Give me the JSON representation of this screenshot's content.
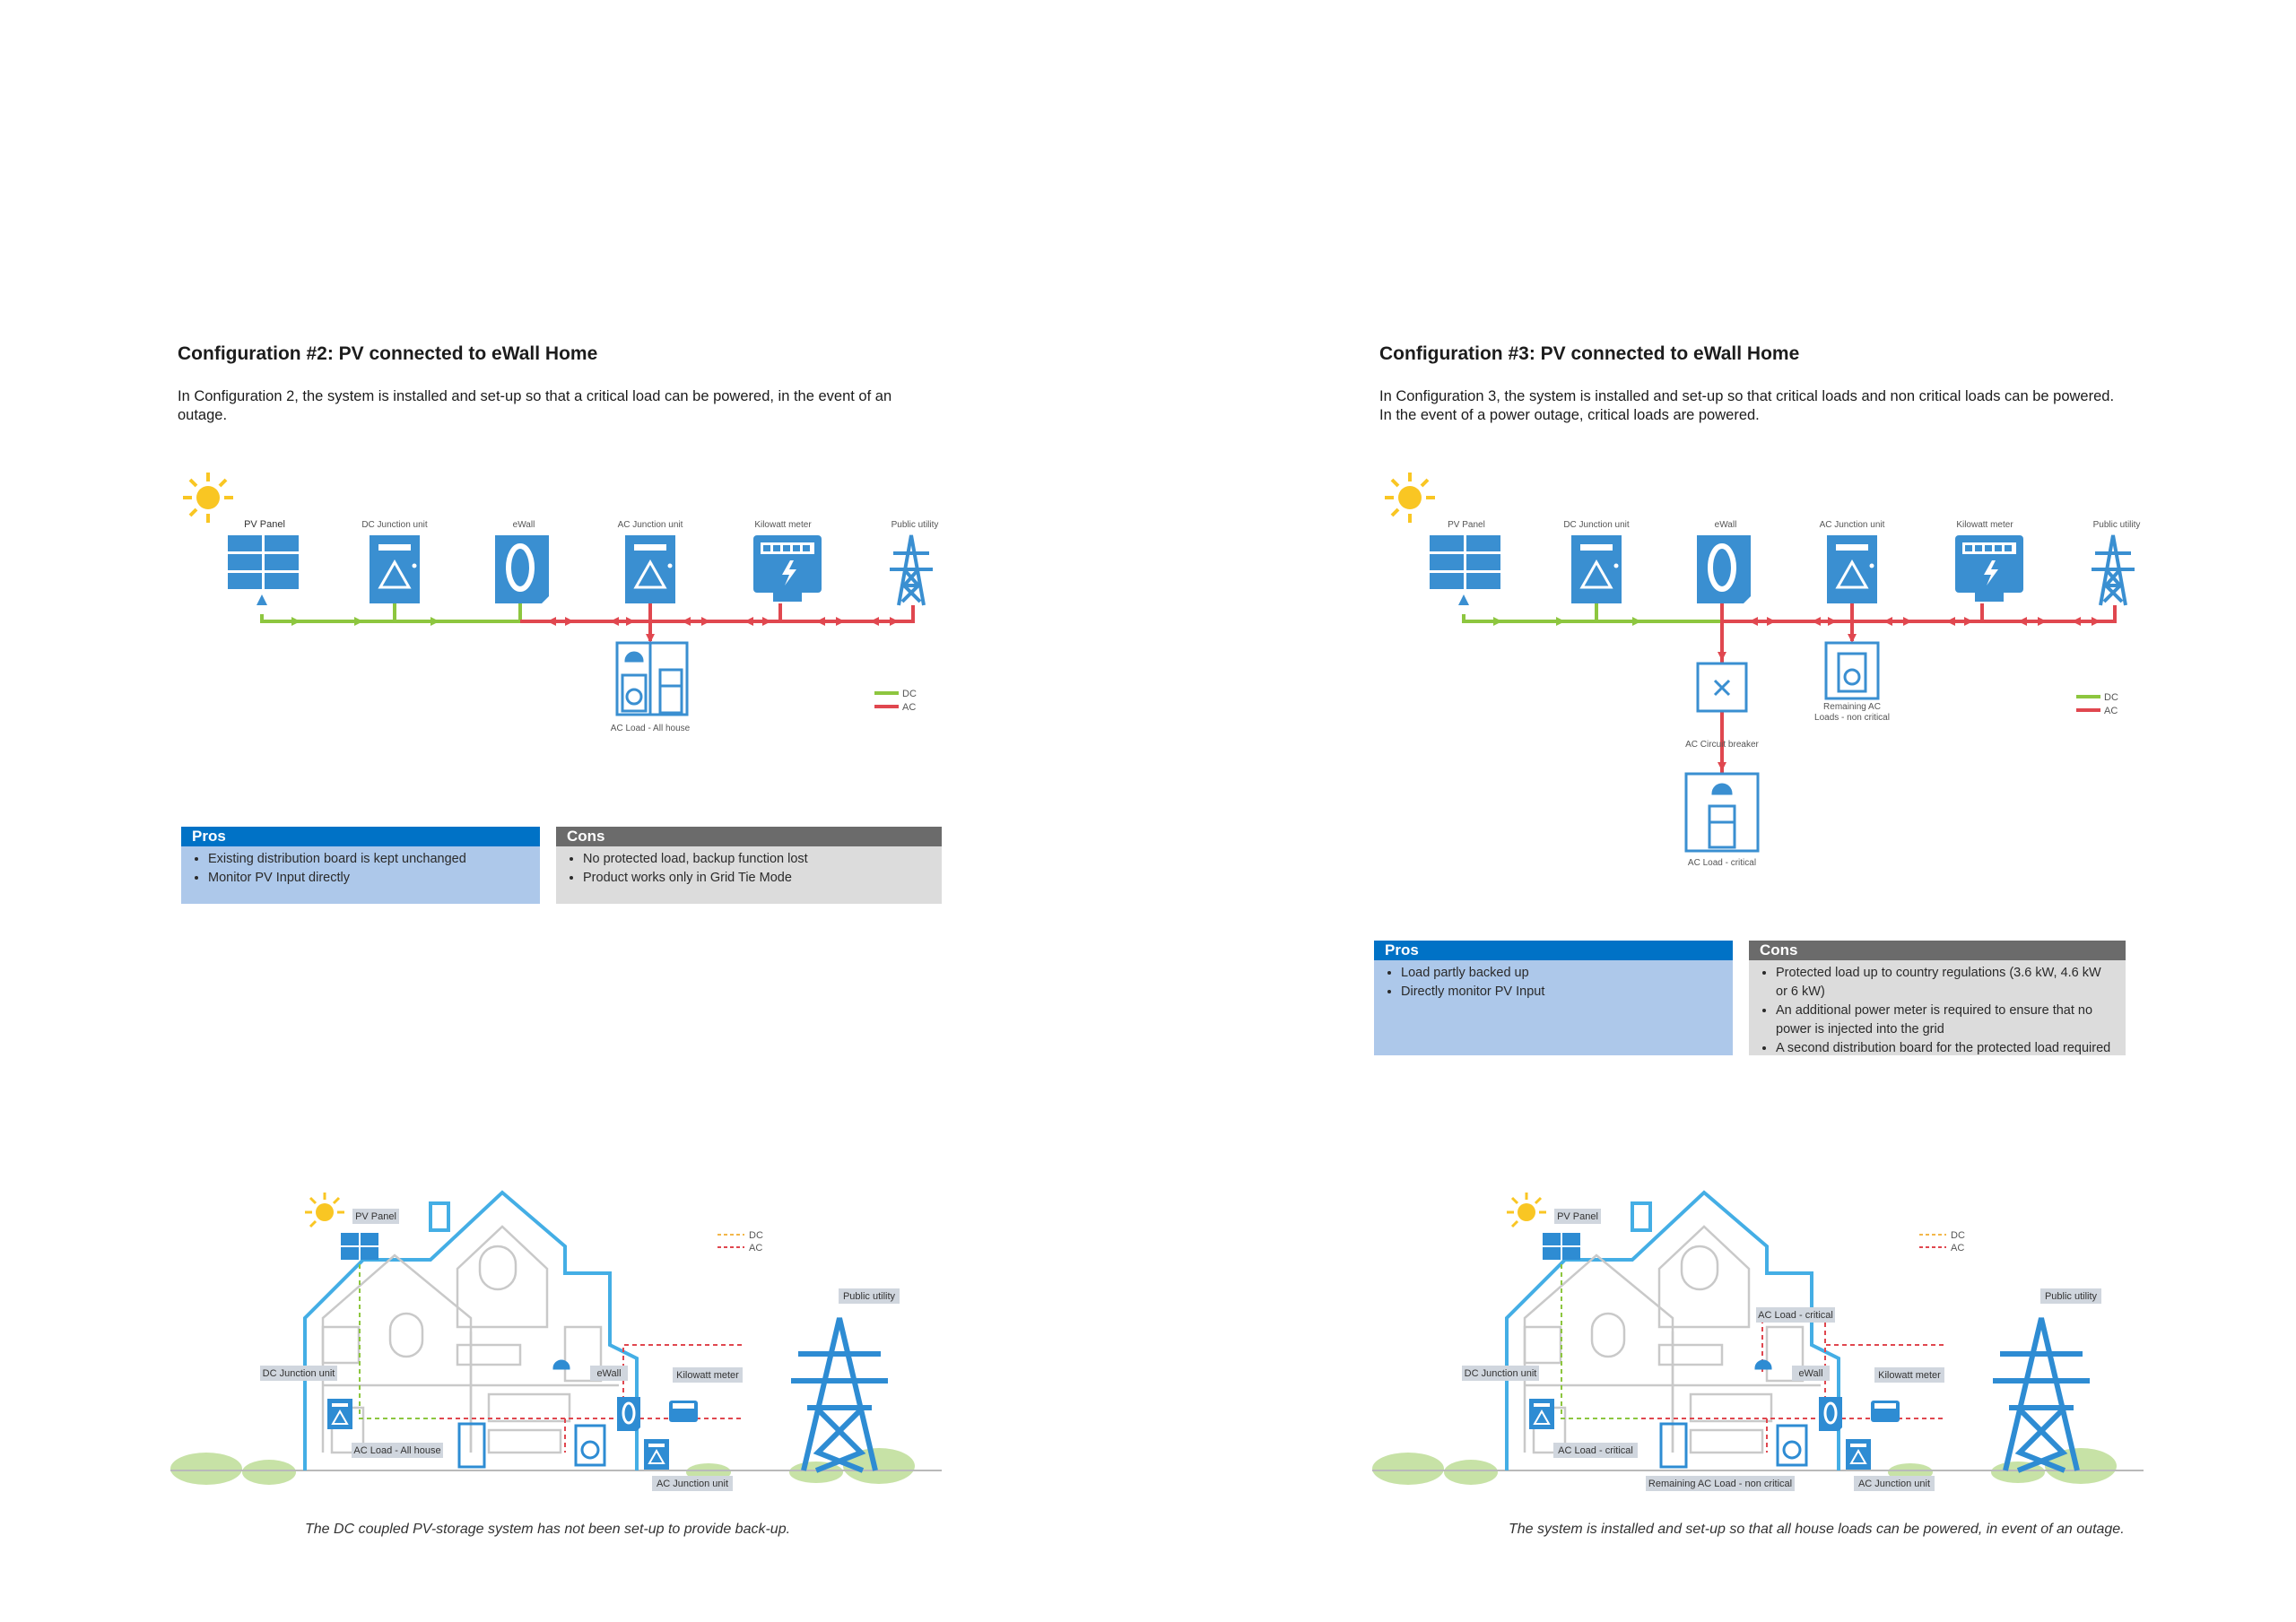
{
  "colors": {
    "blue": "#3a8fd1",
    "dc": "#8dc63f",
    "ac": "#e0474f",
    "pros": "#0072c6",
    "pros_bg": "#adc8ea",
    "cons": "#6b6b6b",
    "cons_bg": "#dcdcdc"
  },
  "config2": {
    "title": "Configuration #2: PV connected to eWall Home",
    "description": "In Configuration 2, the system is installed and set-up so that a critical load can be powered, in the event of an outage.",
    "labels": {
      "pv_panel": "PV Panel",
      "dc_junction": "DC Junction unit",
      "ewall": "eWall",
      "ac_junction": "AC Junction unit",
      "kilowatt": "Kilowatt meter",
      "public_utility": "Public utility",
      "ac_load": "AC Load - All house"
    },
    "legend": {
      "dc": "DC",
      "ac": "AC"
    },
    "pros_title": "Pros",
    "pros": [
      "Existing distribution board is kept unchanged",
      "Monitor PV Input directly"
    ],
    "cons_title": "Cons",
    "cons": [
      "No protected load, backup function lost",
      "Product works only in Grid Tie Mode"
    ],
    "house": {
      "pv_panel": "PV Panel",
      "dc_junction": "DC Junction unit",
      "ewall": "eWall",
      "kilowatt": "Kilowatt meter",
      "public_utility": "Public utility",
      "ac_load": "AC Load - All house",
      "ac_junction": "AC Junction unit",
      "dc": "DC",
      "ac": "AC"
    },
    "caption": "The DC coupled PV-storage system has not been set-up to provide back-up."
  },
  "config3": {
    "title": "Configuration #3: PV connected to eWall Home",
    "description": "In Configuration 3, the system is installed and set-up so that critical loads and non critical loads can be powered. In the event of a power outage, critical loads are powered.",
    "labels": {
      "pv_panel": "PV Panel",
      "dc_junction": "DC Junction unit",
      "ewall": "eWall",
      "ac_junction": "AC Junction unit",
      "kilowatt": "Kilowatt meter",
      "public_utility": "Public utility",
      "remaining_1": "Remaining AC",
      "remaining_2": "Loads - non critical",
      "breaker": "AC Circuit breaker",
      "ac_load": "AC Load - critical"
    },
    "legend": {
      "dc": "DC",
      "ac": "AC"
    },
    "pros_title": "Pros",
    "pros": [
      "Load partly backed up",
      "Directly monitor PV Input"
    ],
    "cons_title": "Cons",
    "cons": [
      "Protected load up to country regulations (3.6 kW, 4.6 kW or 6 kW)",
      "An additional power meter is required to ensure that no power is injected into the grid",
      "A second distribution board for the protected load required"
    ],
    "house": {
      "pv_panel": "PV Panel",
      "ac_load_critical": "AC Load - critical",
      "public_utility": "Public utility",
      "dc_junction": "DC Junction unit",
      "ewall": "eWall",
      "kilowatt": "Kilowatt meter",
      "ac_load": "AC Load - critical",
      "remaining": "Remaining AC Load - non critical",
      "ac_junction": "AC Junction unit",
      "dc": "DC",
      "ac": "AC"
    },
    "caption": "The system is installed and set-up so that all house loads can be powered, in event of an outage."
  }
}
